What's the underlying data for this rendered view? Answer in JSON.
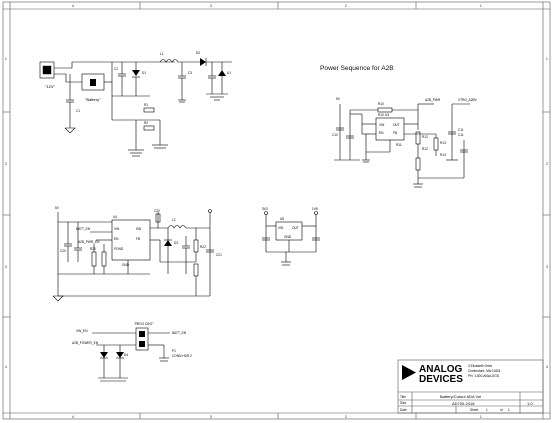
{
  "frame": {
    "row_labels": [
      "1",
      "2",
      "3",
      "4"
    ],
    "col_labels": [
      "1",
      "2",
      "3",
      "4"
    ]
  },
  "sections": {
    "power_sequence_title": "Power Sequence for A2B",
    "reg_title": "\"REG DIG\""
  },
  "battery_block": {
    "connector_label": "\"12V\"",
    "battery_label": "\"Battery\"",
    "nets": [
      "J1",
      "L1",
      "C1",
      "D1",
      "R1",
      "D2",
      "C2",
      "C3",
      "U1"
    ]
  },
  "sequence_block": {
    "net_left": "5V",
    "net_out": "A2B_PWR",
    "net_right": "VTRG_A2BV",
    "ic_ref": "U3",
    "parts": [
      "R10",
      "R11",
      "C10",
      "C11",
      "R12",
      "R13"
    ]
  },
  "regulator_block": {
    "ic_ref": "U4",
    "net_enable": "BATT_EN",
    "net_fb": "A2B_PWR_EN",
    "parts": [
      "C20",
      "C21",
      "R20",
      "R21",
      "L2",
      "D3",
      "C22",
      "R22"
    ]
  },
  "ldo_block": {
    "ic_ref": "U5",
    "net_vin": "3V3",
    "net_vout": "1V8"
  },
  "reg_dig_block": {
    "net1": "VIN_EN",
    "net2": "A2B_POWER_EN",
    "net3": "BATT_EN",
    "connector": "P1",
    "connector_desc": "CONN HDR 2"
  },
  "title_block": {
    "company_line1": "ANALOG",
    "company_line2": "DEVICES",
    "address_line1": "3 Elizabeth Drive",
    "address_line2": "Chelmsford, MA 01824",
    "address_line3": "PH: 1-800-ANALOGD",
    "title_label": "Title",
    "title_value": "Battery/Cutout ADA Vol",
    "doc_number": "AD700-2418",
    "rev": "1.0",
    "sheet_label": "Sheet",
    "sheet_value": "1",
    "of_label": "of",
    "of_value": "1",
    "date_label": "Date",
    "size_label": "Size"
  }
}
